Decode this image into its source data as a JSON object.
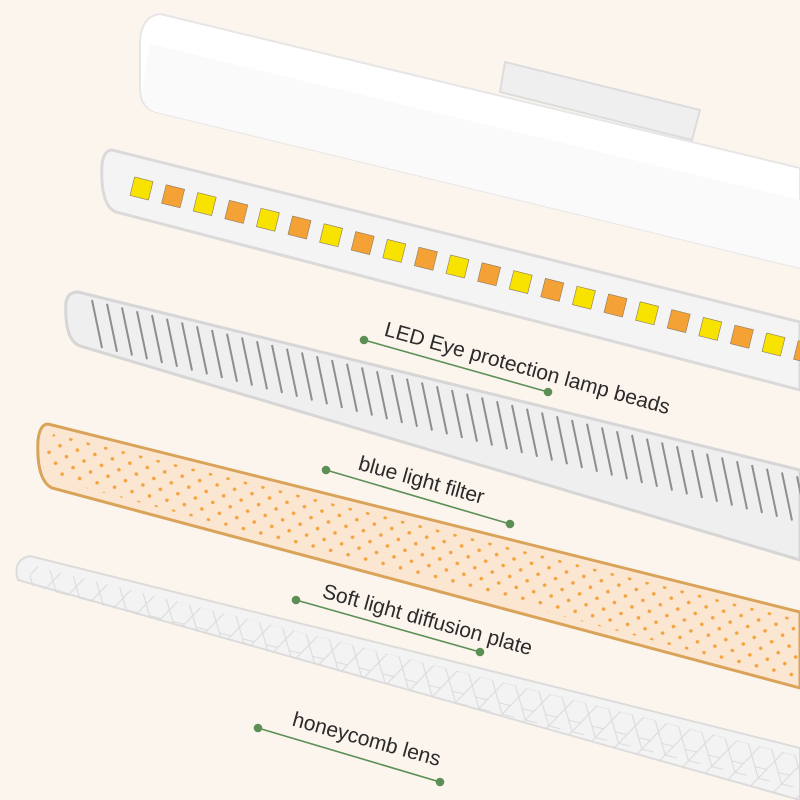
{
  "layers": [
    {
      "id": "lamp-beads",
      "label": "LED Eye protection lamp beads",
      "bead_colors": [
        "#f7e200",
        "#f4a235"
      ]
    },
    {
      "id": "blue-light-filter",
      "label": "blue light filter"
    },
    {
      "id": "soft-light-diffusion-plate",
      "label": "Soft light diffusion plate",
      "dot_color": "#f6a23c",
      "tint": "#fbe6d1"
    },
    {
      "id": "honeycomb-lens",
      "label": "honeycomb lens"
    }
  ],
  "colors": {
    "background": "#fcf5ee",
    "callout_line": "#5c8f55",
    "bead_yellow": "#f7e200",
    "bead_orange": "#f4a235",
    "filter_border": "#d9a35a"
  }
}
